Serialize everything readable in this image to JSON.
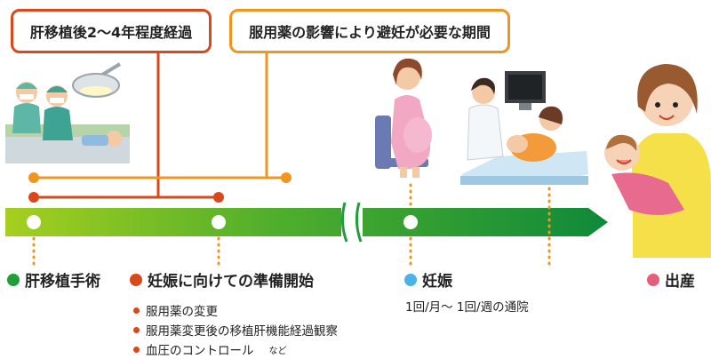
{
  "callouts": {
    "period_after_transplant": "肝移植後2～4年程度経過",
    "contraception_period": "服用薬の影響により避妊が必要な期間"
  },
  "stages": [
    {
      "label": "肝移植手術",
      "color": "#1f9e3a"
    },
    {
      "label": "妊娠に向けての準備開始",
      "color": "#d9481c"
    },
    {
      "label": "妊娠",
      "color": "#4ab4e6"
    },
    {
      "label": "出産",
      "color": "#e85d7a"
    }
  ],
  "preparation_items": [
    {
      "text": "服用薬の変更",
      "suffix": ""
    },
    {
      "text": "服用薬変更後の移植肝機能経過観察",
      "suffix": ""
    },
    {
      "text": "血圧のコントロール",
      "suffix": "など"
    }
  ],
  "pregnancy_visits": "1回/月～ 1回/週の通院",
  "colors": {
    "red": "#d9481c",
    "orange": "#f0961e",
    "arrow_start": "#a6cf1f",
    "arrow_end": "#0f8a3a"
  },
  "illustrations": [
    "surgery-team-illustration",
    "pregnant-woman-illustration",
    "ultrasound-exam-illustration",
    "mother-baby-illustration"
  ]
}
